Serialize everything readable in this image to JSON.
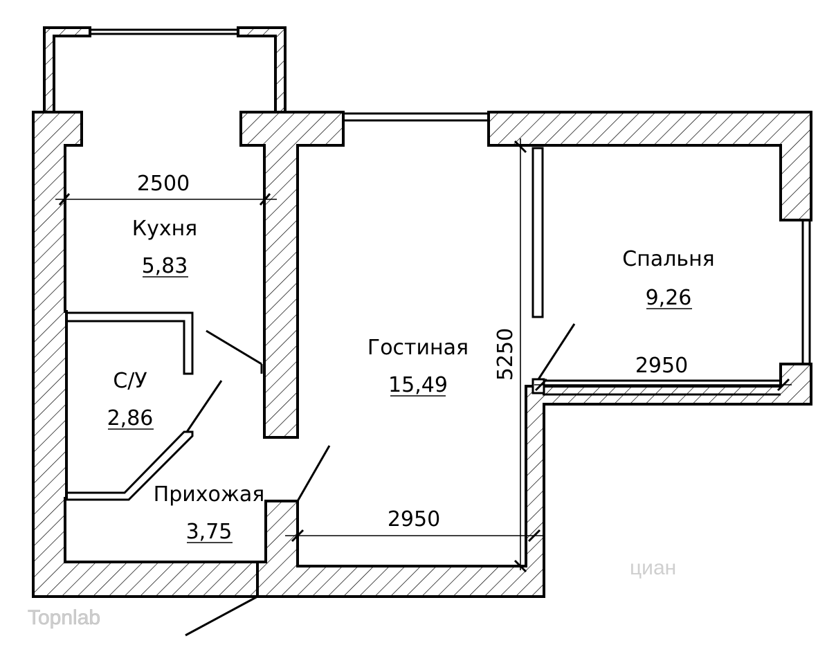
{
  "rooms": {
    "kitchen": {
      "name": "Кухня",
      "area": "5,83"
    },
    "bathroom": {
      "name": "С/У",
      "area": "2,86"
    },
    "living": {
      "name": "Гостиная",
      "area": "15,49"
    },
    "bedroom": {
      "name": "Спальня",
      "area": "9,26"
    },
    "hall": {
      "name": "Прихожая",
      "area": "3,75"
    }
  },
  "dimensions": {
    "kitchen_width": "2500",
    "living_width": "2950",
    "living_length": "5250",
    "bedroom_width": "2950"
  },
  "watermarks": {
    "topnlab": "Topnlab",
    "cian": "циан"
  }
}
